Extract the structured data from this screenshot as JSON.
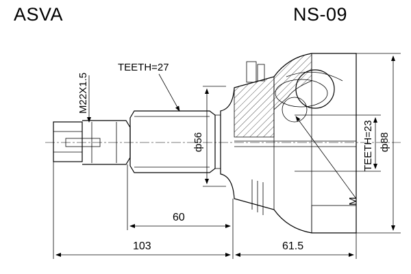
{
  "header": {
    "brand": "ASVA",
    "part_number": "NS-09"
  },
  "labels": {
    "thread": "M22X1.5",
    "teeth_outer": "TEETH=27",
    "teeth_inner": "TEETH=23",
    "diameter_shaft": "ф56",
    "diameter_housing": "ф88",
    "marker_m": "M"
  },
  "dimensions": {
    "shaft_length": "60",
    "overall_left": "103",
    "overall_right": "61.5"
  }
}
